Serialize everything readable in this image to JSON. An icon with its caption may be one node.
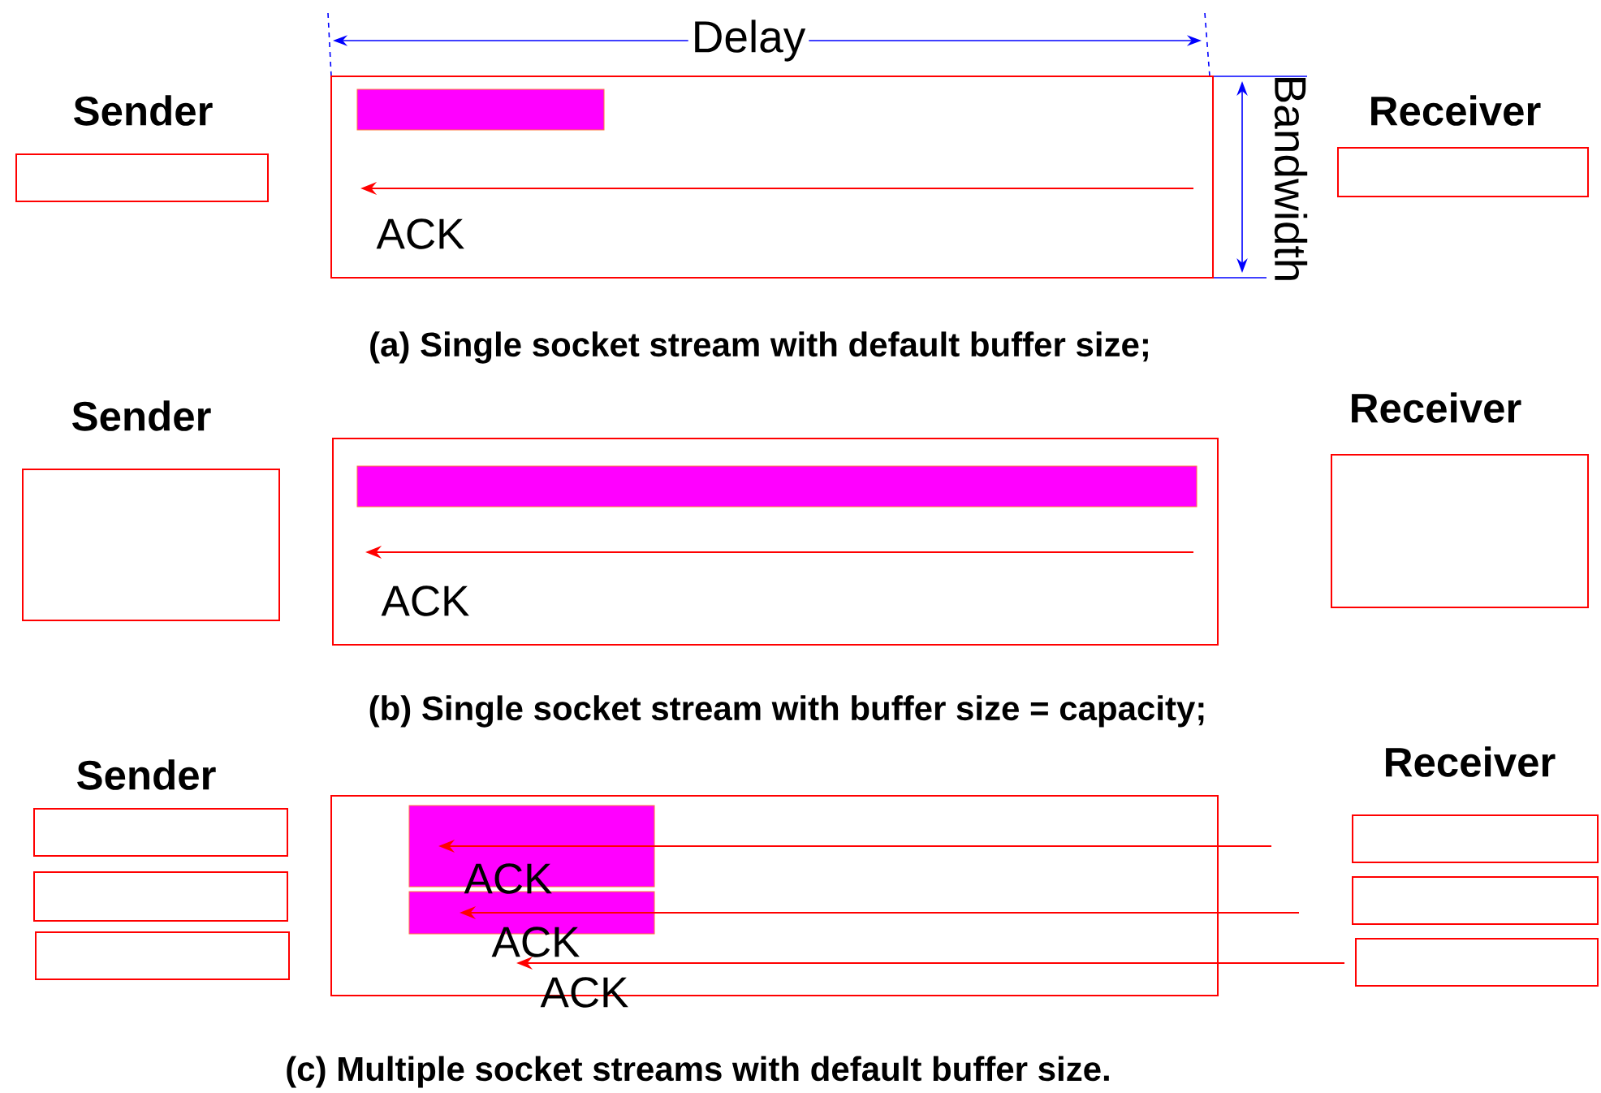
{
  "diagram": {
    "nodes": [
      {
        "text": [
          "Sender"
        ]
      },
      {
        "text": [],
        "shape": "box"
      },
      {
        "text": [],
        "shape": "bar",
        "in": 1
      },
      {
        "text": [
          "Receiver"
        ]
      },
      {
        "text": [
          "Sender"
        ]
      },
      {
        "text": [],
        "shape": "box"
      },
      {
        "text": [],
        "shape": "bar",
        "in": 5
      },
      {
        "text": [
          "Receiver"
        ]
      },
      {
        "text": [
          "Sender"
        ]
      },
      {
        "text": [],
        "shape": "box"
      },
      {
        "text": [],
        "shape": "box"
      },
      {
        "text": [],
        "shape": "box"
      },
      {
        "text": [],
        "shape": "bar",
        "in": 11
      },
      {
        "text": [],
        "shape": "bar",
        "in": 11
      },
      {
        "text": [
          "Receiver"
        ]
      },
      {
        "text": [],
        "shape": "box"
      },
      {
        "text": [],
        "shape": "box"
      }
    ],
    "labels": [
      "Delay",
      "Bandwidth",
      "ACK",
      "(a) Single socket stream with default buffer size;",
      "ACK",
      "(b) Single socket stream with buffer size = capacity;",
      "ACK",
      "ACK",
      "ACK",
      "(c) Multiple socket streams with default buffer size."
    ]
  }
}
